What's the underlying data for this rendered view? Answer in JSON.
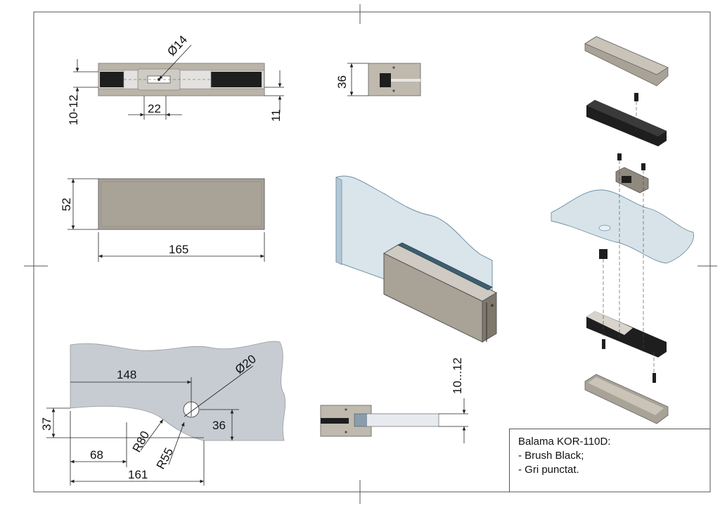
{
  "dimensions": {
    "top_view": {
      "diameter": "Ø14",
      "glass_range": "10-12",
      "hole_spacing": "22",
      "thickness": "11"
    },
    "end_view": {
      "height": "36"
    },
    "front_view": {
      "height": "52",
      "length": "165"
    },
    "cutout": {
      "length_148": "148",
      "hole_diameter": "Ø20",
      "offset_37": "37",
      "depth_36": "36",
      "radius_80": "R80",
      "radius_55": "R55",
      "offset_68": "68",
      "total_161": "161"
    },
    "side_view": {
      "glass_range": "10...12"
    }
  },
  "title_block": {
    "model": "Balama KOR-110D:",
    "option_1": "- Brush Black;",
    "option_2": "- Gri punctat."
  },
  "colors": {
    "steel": "#a8a297",
    "steel_dark": "#7d776c",
    "glass": "#c9d9e2",
    "glass_edge": "#6f8fa3",
    "black_part": "#1e1e1e",
    "cutout_glass": "#c7ccd3"
  }
}
